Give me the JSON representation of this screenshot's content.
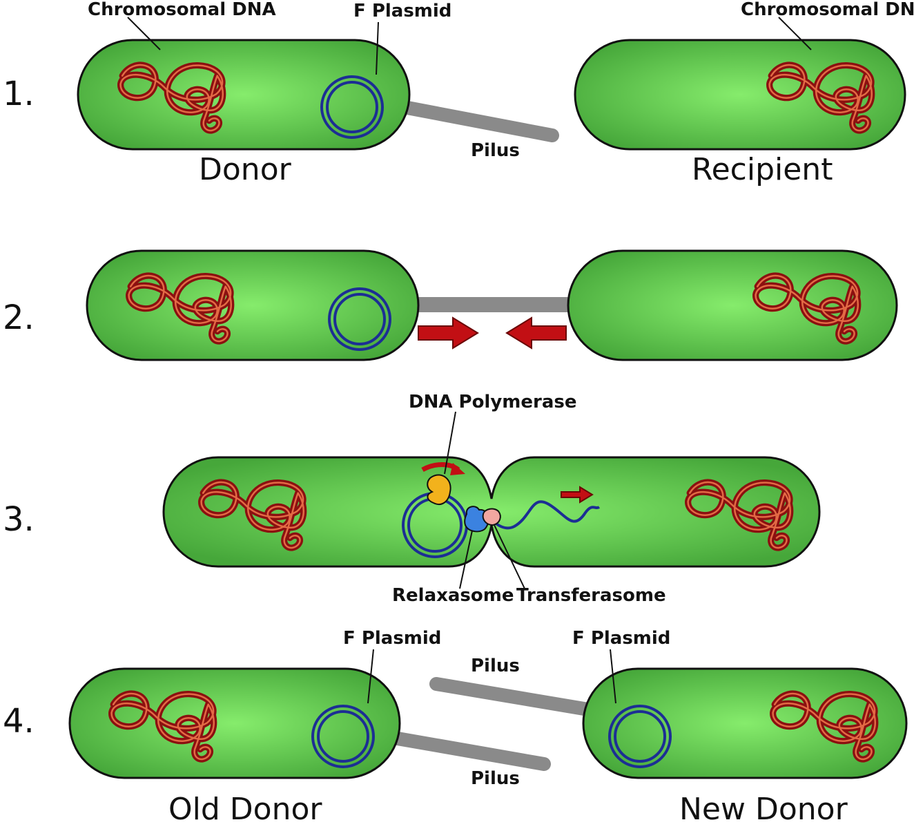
{
  "steps": [
    "1.",
    "2.",
    "3.",
    "4."
  ],
  "labels": {
    "chromosomal_dna_left": "Chromosomal DNA",
    "chromosomal_dna_right": "Chromosomal DNA",
    "f_plasmid": "F Plasmid",
    "pilus": "Pilus",
    "donor": "Donor",
    "recipient": "Recipient",
    "dna_polymerase": "DNA Polymerase",
    "relaxasome": "Relaxasome",
    "transferasome": "Transferasome",
    "f_plasmid_old": "F Plasmid",
    "f_plasmid_new": "F Plasmid",
    "pilus_upper": "Pilus",
    "pilus_lower": "Pilus",
    "old_donor": "Old Donor",
    "new_donor": "New Donor"
  },
  "colors": {
    "cell_center": "#86ec6c",
    "cell_edge": "#46a73a",
    "chromosome": "#8b1010",
    "plasmid": "#1c2e94",
    "pilus": "#8a8a8a",
    "arrow": "#c20f14",
    "dna_polymerase": "#f2b21c",
    "relaxasome": "#3b82e0",
    "transferasome": "#f2a7a0"
  }
}
